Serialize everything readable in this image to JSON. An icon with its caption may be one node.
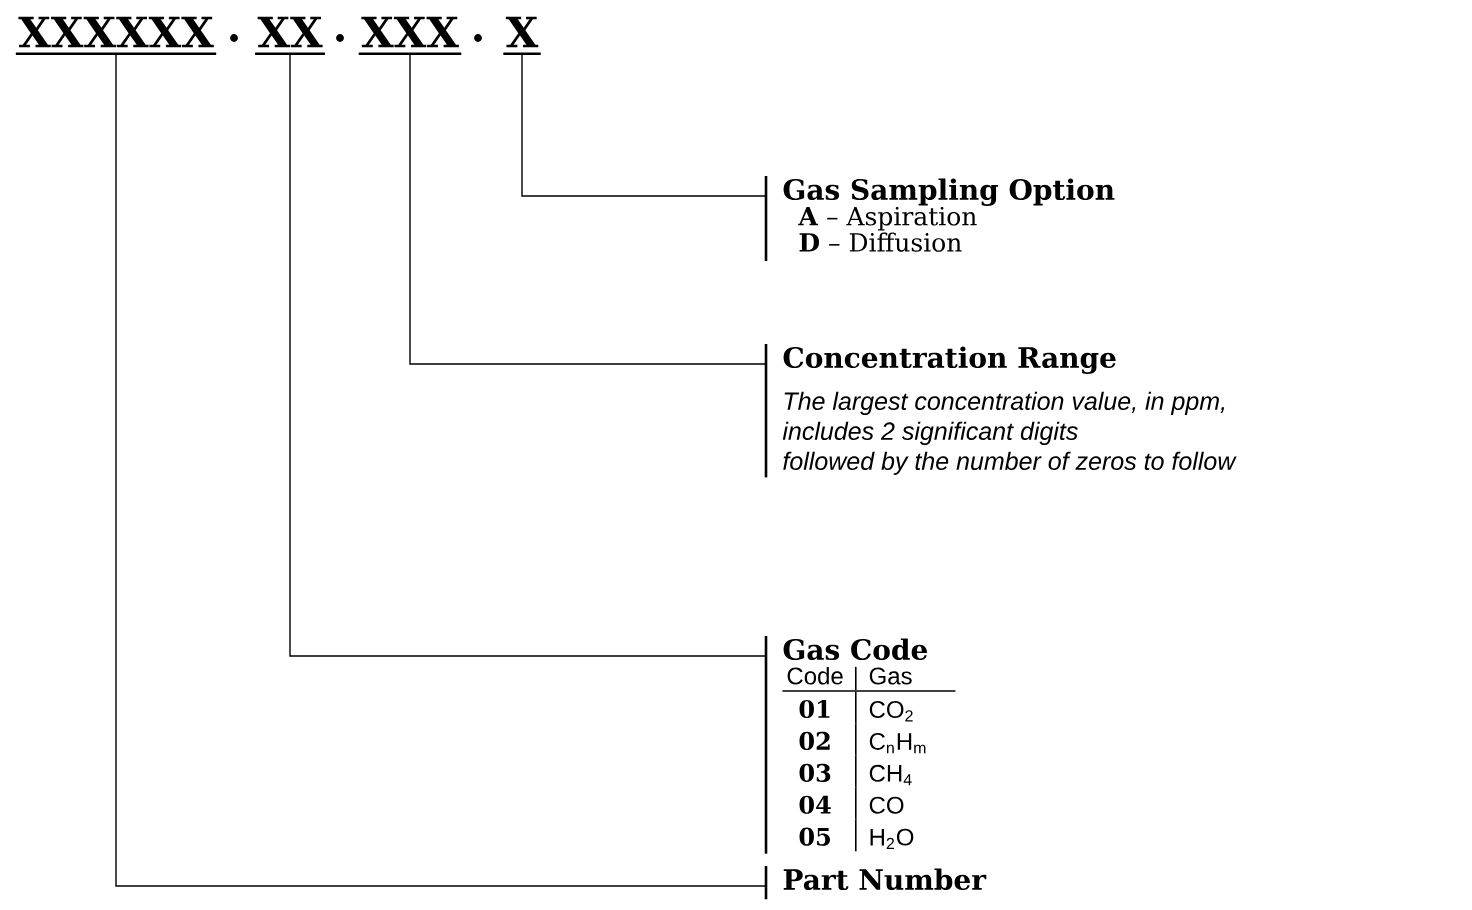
{
  "diagram": {
    "nodes": [
      {
        "text": [
          "XXXXXX"
        ]
      },
      {
        "text": [
          "XX"
        ]
      },
      {
        "text": [
          "XXX"
        ]
      },
      {
        "text": [
          "X"
        ]
      },
      {
        "text": [
          "Gas Sampling Option",
          "**A** – Aspiration",
          "**D** – Diffusion"
        ]
      },
      {
        "text": [
          "Concentration Range",
          "The largest concentration value, in ppm, includes 2 significant digits",
          "followed by the number of zeros to follow"
        ]
      },
      {
        "text": [
          "Gas Code",
          "Code",
          "Gas",
          "01",
          "CO$_{2}$",
          "02",
          "C$_{n}$H$_{m}$",
          "03",
          "CH$_{4}$",
          "04",
          "CO",
          "05",
          "H$_{2}$O"
        ]
      },
      {
        "text": [
          "Part Number"
        ]
      }
    ],
    "edges": [
      {
        "from": 3,
        "to": 4,
        "arrow": "none"
      },
      {
        "from": 2,
        "to": 5,
        "arrow": "none"
      },
      {
        "from": 1,
        "to": 6,
        "arrow": "none"
      },
      {
        "from": 0,
        "to": 7,
        "arrow": "none"
      }
    ],
    "labels": [
      ".",
      ".",
      "."
    ]
  }
}
